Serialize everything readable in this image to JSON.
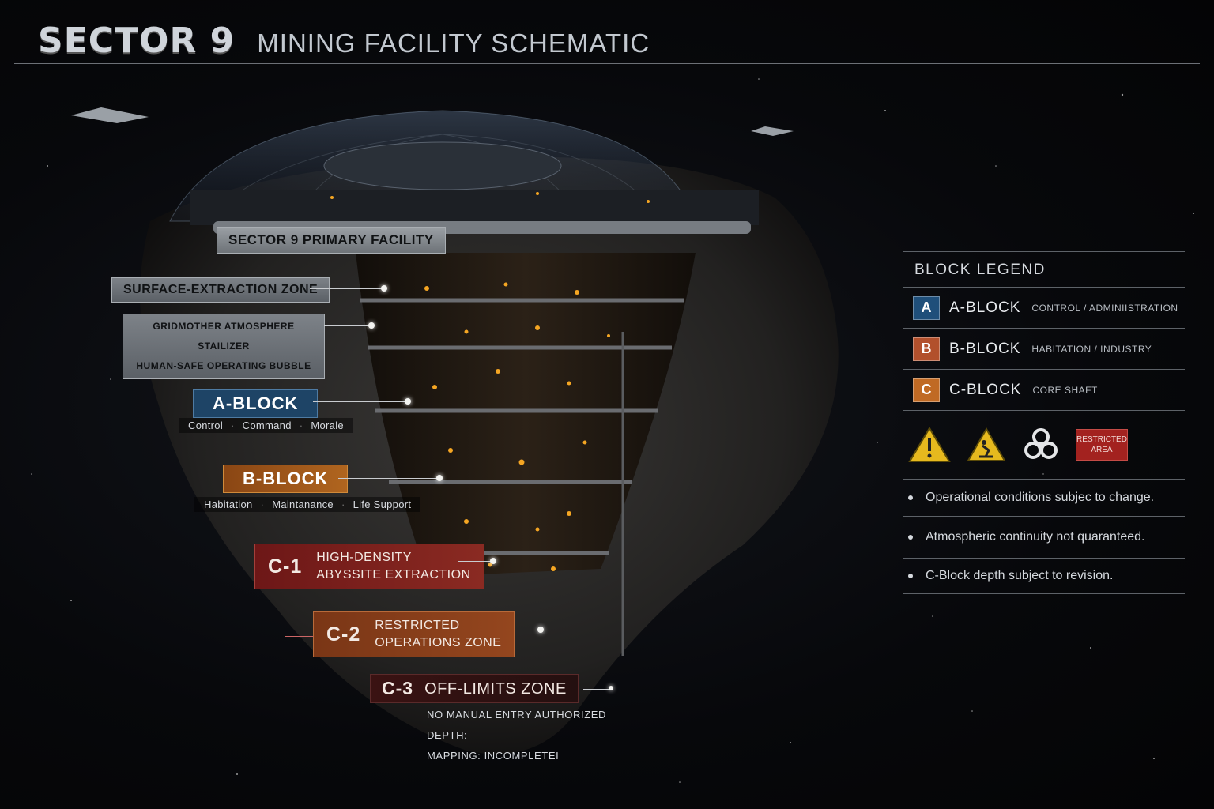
{
  "header": {
    "title": "SECTOR 9",
    "subtitle": "MINING FACILITY SCHEMATIC"
  },
  "callouts": {
    "primary": "SECTOR 9 PRIMARY FACILITY",
    "surface": "SURFACE-EXTRACTION ZONE",
    "atmo_line1": "GRIDMOTHER ATMOSPHERE STAILIZER",
    "atmo_line2": "HUMAN-SAFE OPERATING BUBBLE"
  },
  "blocks": {
    "a": {
      "label": "A-BLOCK",
      "subs": [
        "Control",
        "Command",
        "Morale"
      ]
    },
    "b": {
      "label": "B-BLOCK",
      "subs": [
        "Habitation",
        "Maintanance",
        "Life Support"
      ]
    }
  },
  "zones": {
    "c1": {
      "code": "C-1",
      "line1": "HIGH-DENSITY",
      "line2": "ABYSSITE EXTRACTION"
    },
    "c2": {
      "code": "C-2",
      "line1": "RESTRICTED",
      "line2": "OPERATIONS ZONE"
    },
    "c3": {
      "code": "C-3",
      "line1": "OFF-LIMITS ZONE",
      "detail1": "NO MANUAL ENTRY AUTHORIZED",
      "detail2": "DEPTH:  —",
      "detail3": "MAPPING: INCOMPLETEI"
    }
  },
  "legend": {
    "title": "BLOCK LEGEND",
    "items": [
      {
        "letter": "A",
        "name": "A-BLOCK",
        "desc": "CONTROL / ADMINIISTRATION",
        "color": "#1f4f7a"
      },
      {
        "letter": "B",
        "name": "B-BLOCK",
        "desc": "HABITATION / INDUSTRY",
        "color": "#b2502c"
      },
      {
        "letter": "C",
        "name": "C-BLOCK",
        "desc": "CORE SHAFT",
        "color": "#c06a24"
      }
    ],
    "icons": [
      "warning-icon",
      "worker-warning-icon",
      "biohazard-icon"
    ],
    "restricted_line1": "RESTRICTED",
    "restricted_line2": "AREA",
    "notes": [
      "Operational conditions subjec to change.",
      "Atmospheric continuity not quaranteed.",
      "C-Block depth subject to revision."
    ]
  },
  "colors": {
    "a_block": "#1e4466",
    "b_block": "#a5561f",
    "c1": "#7a1d1c",
    "c2": "#8a3f1c",
    "c3": "#3a1414",
    "accent": "#f5a623"
  }
}
